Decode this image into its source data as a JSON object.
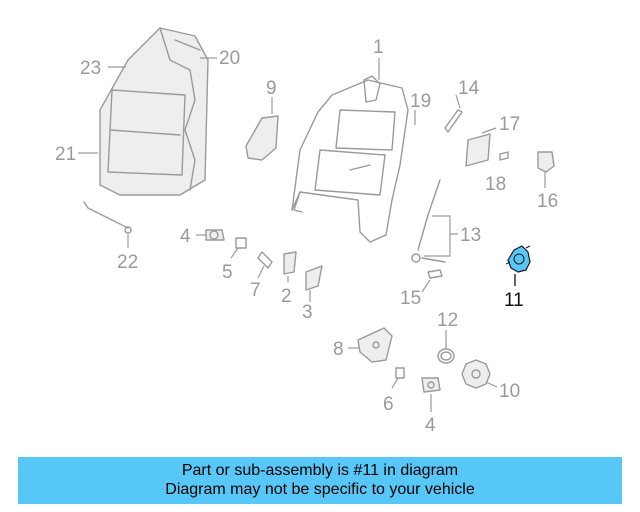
{
  "diagram": {
    "highlight_color": "#57c7f7",
    "callouts": {
      "c1": "1",
      "c2": "2",
      "c3": "3",
      "c4a": "4",
      "c4b": "4",
      "c5": "5",
      "c6": "6",
      "c7": "7",
      "c8": "8",
      "c9": "9",
      "c10": "10",
      "c11": "11",
      "c12": "12",
      "c13": "13",
      "c14": "14",
      "c15": "15",
      "c16": "16",
      "c17": "17",
      "c18": "18",
      "c19": "19",
      "c20": "20",
      "c21": "21",
      "c22": "22",
      "c23": "23"
    }
  },
  "banner": {
    "line1": "Part or sub-assembly is #11 in diagram",
    "line2": "Diagram may not be specific to your vehicle",
    "bg_color": "#57c7f7"
  }
}
